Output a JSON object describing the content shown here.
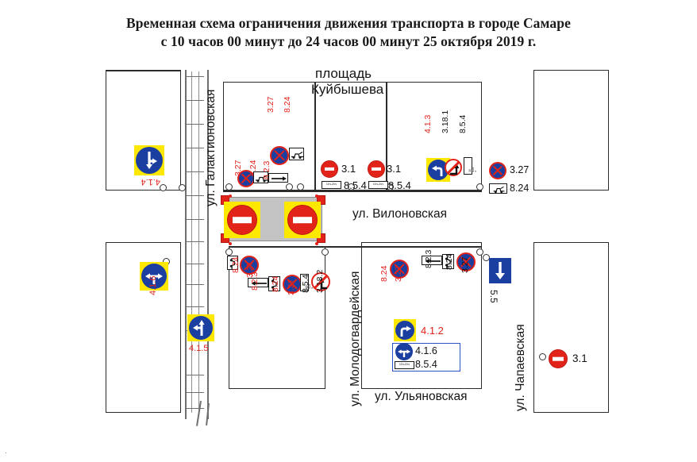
{
  "document": {
    "title_line1": "Временная схема ограничения движения транспорта в городе Самаре",
    "title_line2": "с 10 часов 00 минут до 24 часов 00 минут 25 октября 2019 г."
  },
  "places": {
    "square": {
      "line1": "площадь",
      "line2": "Куйбышева"
    }
  },
  "streets": [
    {
      "id": "galaktionovskaya",
      "label": "ул. Галактионовская",
      "orientation": "vertical"
    },
    {
      "id": "vilonovskaya",
      "label": "ул. Вилоновская",
      "orientation": "horizontal"
    },
    {
      "id": "molodogvardeyskaya",
      "label": "ул. Молодогвардейская",
      "orientation": "vertical"
    },
    {
      "id": "ulyanovskaya",
      "label": "ул. Ульяновская",
      "orientation": "horizontal"
    },
    {
      "id": "chapaevskaya",
      "label": "ул. Чапаевская",
      "orientation": "vertical"
    }
  ],
  "colors": {
    "sign_red": "#e2231a",
    "sign_blue": "#1b3fa0",
    "sign_yellow": "#ffe800",
    "closure_grey": "#c3c3c3",
    "line_black": "#2b2b2b"
  },
  "sign_groups": [
    {
      "id": "g-left-416-top",
      "area": "west-block-upper",
      "labels": [
        "4.1.4"
      ],
      "icons": [
        "mandatory-straight-or-left"
      ],
      "yellow_background": true
    },
    {
      "id": "g-galakt-west",
      "area": "galaktionovskaya-north-west",
      "labels": [
        "3.27",
        "8.24",
        "8.2.3"
      ],
      "icons": [
        "no-stopping",
        "tow-truck-plate",
        "zone-arrow-right-plate"
      ]
    },
    {
      "id": "g-galakt-mid",
      "area": "galaktionovskaya-north-mid",
      "labels": [
        "3.27",
        "8.24"
      ],
      "icons": [
        "no-stopping",
        "tow-truck-plate"
      ]
    },
    {
      "id": "g-vilon-entry-1",
      "area": "vilonovskaya-north-1",
      "labels": [
        "3.1",
        "8.5.4"
      ],
      "icons": [
        "no-entry",
        "time-plate"
      ]
    },
    {
      "id": "g-vilon-entry-2",
      "area": "vilonovskaya-north-2",
      "labels": [
        "3.1",
        "8.5.4"
      ],
      "icons": [
        "no-entry",
        "time-plate"
      ]
    },
    {
      "id": "g-413",
      "area": "vilonovskaya-north-east",
      "labels": [
        "4.1.3",
        "3.18.1",
        "8.5.4"
      ],
      "icons": [
        "mandatory-turn-left",
        "no-right-turn",
        "time-plate"
      ],
      "yellow_background": true
    },
    {
      "id": "g-east-327",
      "area": "north-east-corner",
      "labels": [
        "3.27",
        "8.24"
      ],
      "icons": [
        "no-stopping",
        "tow-truck-plate"
      ]
    },
    {
      "id": "g-closure-west",
      "area": "closure-west-end",
      "labels": [
        "3.1"
      ],
      "icons": [
        "no-entry"
      ],
      "yellow_background": true
    },
    {
      "id": "g-closure-east",
      "area": "closure-east-end",
      "labels": [
        "3.1"
      ],
      "icons": [
        "no-entry"
      ],
      "yellow_background": true
    },
    {
      "id": "g-416-west",
      "area": "west-block-lower",
      "labels": [
        "4.1.6"
      ],
      "icons": [
        "mandatory-left-or-right"
      ],
      "yellow_background": true
    },
    {
      "id": "g-415",
      "area": "galaktionovskaya-south",
      "labels": [
        "4.1.5"
      ],
      "icons": [
        "mandatory-straight-or-left"
      ],
      "yellow_background": true
    },
    {
      "id": "g-south-1",
      "area": "vilonovskaya-south-1",
      "labels": [
        "3.27",
        "8.24"
      ],
      "icons": [
        "no-stopping",
        "tow-truck-plate"
      ]
    },
    {
      "id": "g-south-2",
      "area": "vilonovskaya-south-2",
      "labels": [
        "3.27",
        "8.24",
        "8.2.3"
      ],
      "icons": [
        "no-stopping",
        "tow-truck-plate",
        "zone-arrow-left-plate"
      ]
    },
    {
      "id": "g-south-3",
      "area": "vilonovskaya-south-3",
      "labels": [
        "3.27",
        "8.5.4",
        "3.18.2"
      ],
      "icons": [
        "no-stopping",
        "time-plate",
        "no-left-turn"
      ]
    },
    {
      "id": "g-south-east-1",
      "area": "ulyanovskaya-north-1",
      "labels": [
        "3.27",
        "8.24"
      ],
      "icons": [
        "no-stopping",
        "tow-truck-plate"
      ]
    },
    {
      "id": "g-south-east-2",
      "area": "ulyanovskaya-north-2",
      "labels": [
        "3.27",
        "8.24",
        "8.2.3"
      ],
      "icons": [
        "no-stopping",
        "tow-truck-plate",
        "zone-arrow-left-plate"
      ]
    },
    {
      "id": "g-412",
      "area": "ulyanovskaya-mid",
      "labels": [
        "4.1.2"
      ],
      "icons": [
        "mandatory-turn-right"
      ],
      "yellow_background": true
    },
    {
      "id": "g-416-ulyan",
      "area": "ulyanovskaya-mid-lower",
      "labels": [
        "4.1.6",
        "8.5.4"
      ],
      "icons": [
        "mandatory-left-or-right",
        "time-plate"
      ]
    },
    {
      "id": "g-55",
      "area": "chapaevskaya",
      "labels": [
        "5.5"
      ],
      "icons": [
        "one-way-road"
      ]
    },
    {
      "id": "g-east-31",
      "area": "chapaevskaya-east",
      "labels": [
        "3.1"
      ],
      "icons": [
        "no-entry"
      ]
    }
  ],
  "sign_text": {
    "s_414": "4.1.4",
    "s_415": "4.1.5",
    "s_416": "4.1.6",
    "s_412": "4.1.2",
    "s_413": "4.1.3",
    "s_327": "3.27",
    "s_31": "3.1",
    "s_318_1": "3.18.1",
    "s_318_2": "3.18.2",
    "s_824": "8.24",
    "s_823": "8.2.3",
    "s_854": "8.5.4",
    "s_55": "5.5",
    "plate_time": "10 ч-24 ч"
  }
}
